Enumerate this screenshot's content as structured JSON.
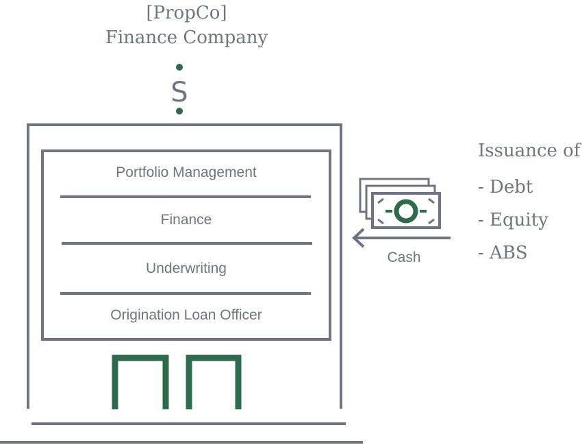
{
  "header": {
    "line1": "[PropCo]",
    "line2": "Finance Company"
  },
  "building": {
    "departments": [
      {
        "label": "Portfolio Management"
      },
      {
        "label": "Finance"
      },
      {
        "label": "Underwriting"
      },
      {
        "label": "Origination Loan Officer"
      }
    ]
  },
  "cash": {
    "label": "Cash",
    "icon": "cash-stack-icon"
  },
  "issuance": {
    "title": "Issuance of:",
    "items": [
      "- Debt",
      "- Equity",
      "- ABS"
    ]
  },
  "colors": {
    "gray": "#6e7480",
    "green": "#2f6a4f"
  }
}
